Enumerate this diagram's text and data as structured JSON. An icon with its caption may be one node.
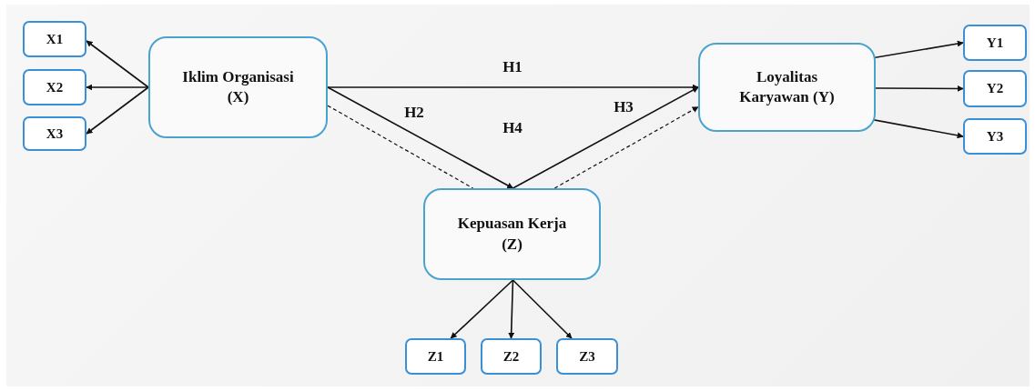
{
  "diagram": {
    "nodes": [
      {
        "text": [
          "Iklim Organisasi (X)"
        ]
      },
      {
        "text": [
          "Loyalitas Karyawan (Y)"
        ]
      },
      {
        "text": [
          "Kepuasan Kerja (Z)"
        ]
      },
      {
        "text": [
          "X1"
        ]
      },
      {
        "text": [
          "X2"
        ]
      },
      {
        "text": [
          "X3"
        ]
      },
      {
        "text": [
          "Y1"
        ]
      },
      {
        "text": [
          "Y2"
        ]
      },
      {
        "text": [
          "Y3"
        ]
      },
      {
        "text": [
          "Z1"
        ]
      },
      {
        "text": [
          "Z2"
        ]
      },
      {
        "text": [
          "Z3"
        ]
      }
    ],
    "edges": [
      {
        "from": 0,
        "to": 3,
        "arrow": "to"
      },
      {
        "from": 0,
        "to": 4,
        "arrow": "to"
      },
      {
        "from": 0,
        "to": 5,
        "arrow": "to"
      },
      {
        "from": 0,
        "to": 1,
        "arrow": "to",
        "label": "H1"
      },
      {
        "from": 0,
        "to": 2,
        "arrow": "to",
        "label": "H2"
      },
      {
        "from": 2,
        "to": 1,
        "arrow": "to",
        "label": "H3"
      },
      {
        "from": 0,
        "to": 2,
        "arrow": "none",
        "style": "dashed"
      },
      {
        "from": 2,
        "to": 1,
        "arrow": "to",
        "style": "dashed"
      },
      {
        "from": 1,
        "to": 6,
        "arrow": "to"
      },
      {
        "from": 1,
        "to": 7,
        "arrow": "to"
      },
      {
        "from": 1,
        "to": 8,
        "arrow": "to"
      },
      {
        "from": 2,
        "to": 9,
        "arrow": "to"
      },
      {
        "from": 2,
        "to": 10,
        "arrow": "to"
      },
      {
        "from": 2,
        "to": 11,
        "arrow": "to"
      }
    ],
    "labels": [
      "H4"
    ]
  }
}
